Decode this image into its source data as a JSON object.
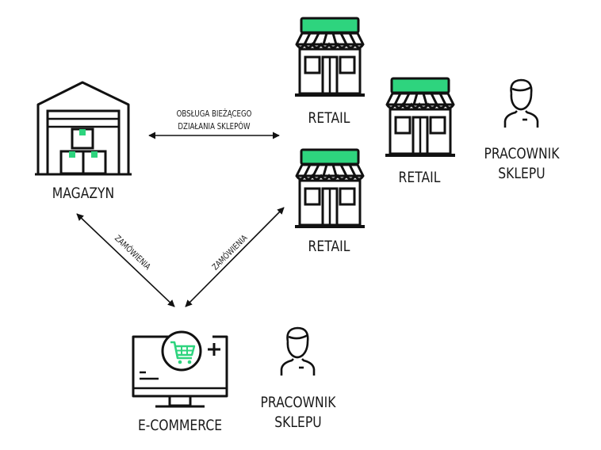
{
  "colors": {
    "accent": "#2ed47e",
    "stroke": "#111111"
  },
  "nodes": {
    "warehouse": {
      "label": "MAGAZYN",
      "icon": "warehouse-icon"
    },
    "retail_top": {
      "label": "RETAIL",
      "icon": "storefront-icon"
    },
    "retail_middle": {
      "label": "RETAIL",
      "icon": "storefront-icon"
    },
    "retail_bottom": {
      "label": "RETAIL",
      "icon": "storefront-icon"
    },
    "ecommerce": {
      "label": "E-COMMERCE",
      "icon": "monitor-cart-icon"
    },
    "store_worker_top": {
      "label_line1": "PRACOWNIK",
      "label_line2": "SKLEPU",
      "icon": "person-icon"
    },
    "store_worker_bottom": {
      "label_line1": "PRACOWNIK",
      "label_line2": "SKLEPU",
      "icon": "person-icon"
    }
  },
  "edges": {
    "warehouse_retail": {
      "label_line1": "OBSŁUGA BIEŻĄCEGO",
      "label_line2": "DZIAŁANIA SKLEPÓW"
    },
    "warehouse_ecommerce": {
      "label": "ZAMÓWIENIA"
    },
    "retail_ecommerce": {
      "label": "ZAMÓWIENIA"
    }
  }
}
